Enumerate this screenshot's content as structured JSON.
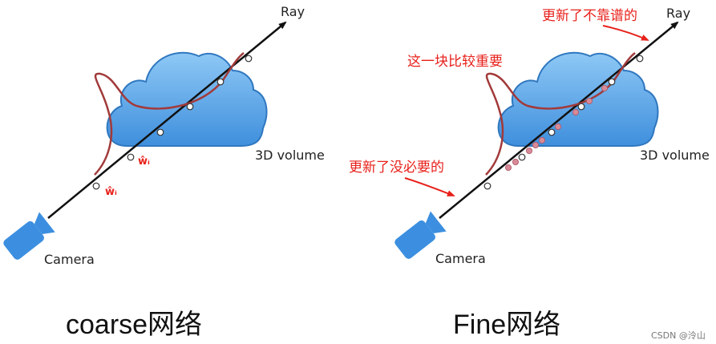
{
  "left": {
    "ray_label": "Ray",
    "volume_label": "3D volume",
    "camera_label": "Camera",
    "weight_mark_1": "ŵᵢ",
    "weight_mark_2": "ŵᵢ",
    "caption": "coarse网络"
  },
  "right": {
    "ray_label": "Ray",
    "volume_label": "3D volume",
    "camera_label": "Camera",
    "note_top": "更新了不靠谱的",
    "note_middle": "这一块比较重要",
    "note_bottom": "更新了没必要的",
    "caption": "Fine网络"
  },
  "watermark": "CSDN @泠山",
  "colors": {
    "cloud_fill": "#5aa6e6",
    "cloud_stroke": "#2f77bf",
    "camera": "#3c8fe0",
    "curve": "#a23a3a",
    "fine_sample": "#d88a97",
    "annotation": "#e8211b"
  }
}
